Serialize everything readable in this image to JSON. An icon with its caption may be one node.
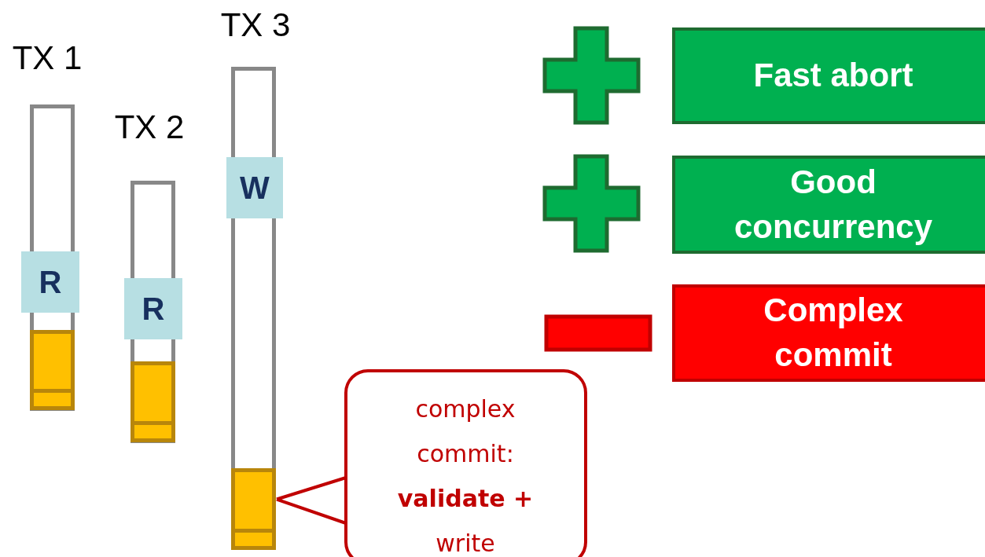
{
  "diagram": {
    "nodes": [
      {
        "text": [
          "TX 1"
        ]
      },
      {
        "text": [
          "R"
        ],
        "in": 0
      },
      {
        "text": [],
        "shape": "box",
        "in": 0
      },
      {
        "text": [
          "TX 2"
        ]
      },
      {
        "text": [
          "R"
        ],
        "in": 3
      },
      {
        "text": [],
        "shape": "box",
        "in": 3
      },
      {
        "text": [
          "TX 3"
        ]
      },
      {
        "text": [
          "W"
        ],
        "in": 6
      },
      {
        "text": [],
        "shape": "box",
        "in": 6
      },
      {
        "text": [
          "complex commit: **validate +** write"
        ]
      },
      {
        "text": [
          "Fast abort"
        ]
      },
      {
        "text": [
          "Good concurrency"
        ]
      },
      {
        "text": [
          "Complex commit"
        ]
      }
    ],
    "edges": [
      {
        "from": 9,
        "to": 8,
        "arrow": "none"
      }
    ]
  }
}
